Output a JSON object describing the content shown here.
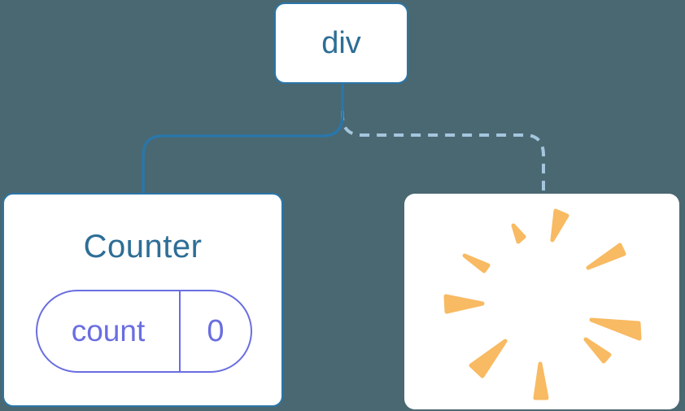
{
  "colors": {
    "background": "#4a6872",
    "card_background": "#ffffff",
    "node_border": "#2b76a8",
    "node_text": "#2d6e96",
    "solid_edge": "#2b76a8",
    "dashed_edge": "#a4c6dd",
    "state_accent": "#6a6ee0",
    "poof_orange": "#f8ba62"
  },
  "tree": {
    "root": {
      "label": "div"
    },
    "children": [
      {
        "id": "counter",
        "label": "Counter",
        "edge_style": "solid",
        "state": {
          "key": "count",
          "value": "0"
        }
      },
      {
        "id": "removed",
        "edge_style": "dashed",
        "icon": "poof-explosion-icon"
      }
    ]
  }
}
